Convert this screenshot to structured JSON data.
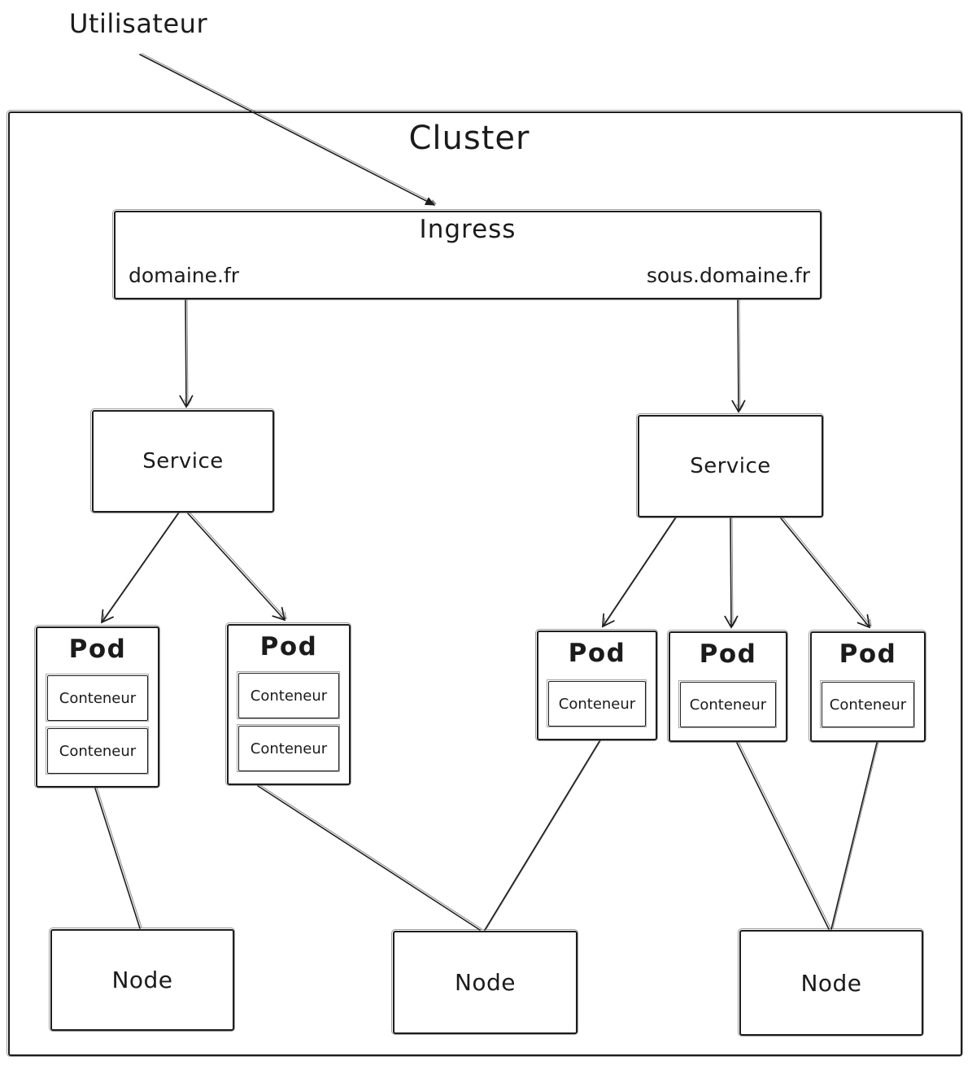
{
  "diagram": {
    "user_label": "Utilisateur",
    "cluster_title": "Cluster",
    "ingress": {
      "title": "Ingress",
      "rules": [
        "domaine.fr",
        "sous.domaine.fr"
      ]
    },
    "services": [
      {
        "label": "Service"
      },
      {
        "label": "Service"
      }
    ],
    "pods": [
      {
        "label": "Pod",
        "containers": [
          "Conteneur",
          "Conteneur"
        ]
      },
      {
        "label": "Pod",
        "containers": [
          "Conteneur",
          "Conteneur"
        ]
      },
      {
        "label": "Pod",
        "containers": [
          "Conteneur"
        ]
      },
      {
        "label": "Pod",
        "containers": [
          "Conteneur"
        ]
      },
      {
        "label": "Pod",
        "containers": [
          "Conteneur"
        ]
      }
    ],
    "nodes": [
      {
        "label": "Node"
      },
      {
        "label": "Node"
      },
      {
        "label": "Node"
      }
    ],
    "connections": [
      {
        "from": "user",
        "to": "ingress",
        "style": "solid-arrow"
      },
      {
        "from": "ingress",
        "to": "service-1",
        "style": "open-arrow"
      },
      {
        "from": "ingress",
        "to": "service-2",
        "style": "open-arrow"
      },
      {
        "from": "service-1",
        "to": "pod-1",
        "style": "open-arrow"
      },
      {
        "from": "service-1",
        "to": "pod-2",
        "style": "open-arrow"
      },
      {
        "from": "service-2",
        "to": "pod-3",
        "style": "open-arrow"
      },
      {
        "from": "service-2",
        "to": "pod-4",
        "style": "open-arrow"
      },
      {
        "from": "service-2",
        "to": "pod-5",
        "style": "open-arrow"
      },
      {
        "from": "pod-1",
        "to": "node-1",
        "style": "line"
      },
      {
        "from": "pod-2",
        "to": "node-2",
        "style": "line"
      },
      {
        "from": "pod-3",
        "to": "node-2",
        "style": "line"
      },
      {
        "from": "pod-4",
        "to": "node-3",
        "style": "line"
      },
      {
        "from": "pod-5",
        "to": "node-3",
        "style": "line"
      }
    ],
    "colors": {
      "stroke": "#1d1d1d",
      "text": "#1b1b1b",
      "background": "#ffffff"
    }
  }
}
